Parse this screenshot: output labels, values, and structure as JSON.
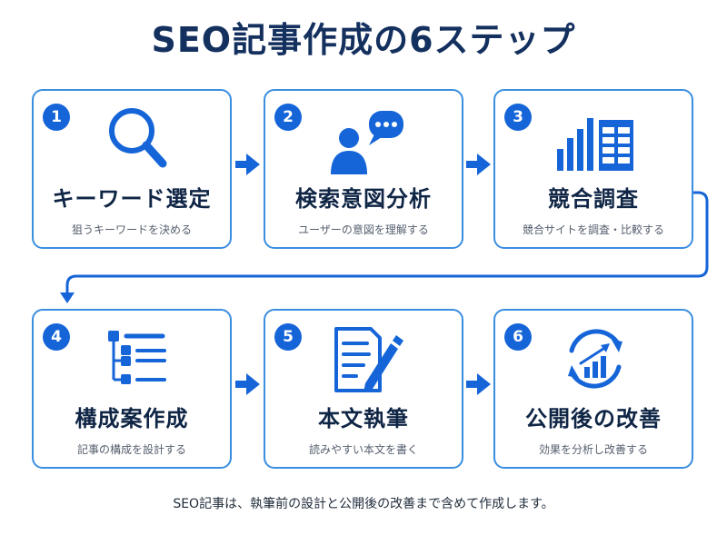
{
  "title": "SEO記事作成の6ステップ",
  "steps": [
    {
      "num": "1",
      "title": "キーワード選定",
      "sub": "狙うキーワードを決める",
      "icon": "search-icon"
    },
    {
      "num": "2",
      "title": "検索意図分析",
      "sub": "ユーザーの意図を理解する",
      "icon": "user-chat-icon"
    },
    {
      "num": "3",
      "title": "競合調査",
      "sub": "競合サイトを調査・比較する",
      "icon": "bar-table-icon"
    },
    {
      "num": "4",
      "title": "構成案作成",
      "sub": "記事の構成を設計する",
      "icon": "outline-list-icon"
    },
    {
      "num": "5",
      "title": "本文執筆",
      "sub": "読みやすい本文を書く",
      "icon": "document-pen-icon"
    },
    {
      "num": "6",
      "title": "公開後の改善",
      "sub": "効果を分析し改善する",
      "icon": "growth-cycle-icon"
    }
  ],
  "footer": "SEO記事は、執筆前の設計と公開後の改善まで含めて作成します。",
  "colors": {
    "primary": "#1565d8",
    "border": "#3a8ee0",
    "title": "#14305e"
  }
}
